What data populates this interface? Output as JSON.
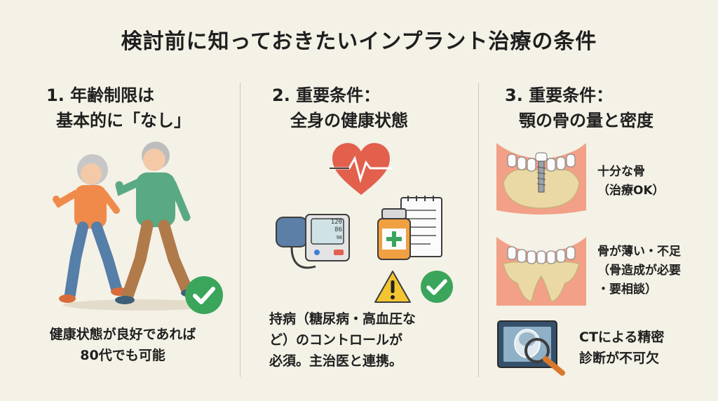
{
  "title": "検討前に知っておきたいインプラント治療の条件",
  "columns": [
    {
      "heading_line1": "1. 年齢制限は",
      "heading_line2": "基本的に「なし」",
      "caption_line1": "健康状態が良好であれば",
      "caption_line2": "80代でも可能"
    },
    {
      "heading_line1": "2. 重要条件：",
      "heading_line2": "全身の健康状態",
      "monitor_values": [
        "120",
        "86",
        "98"
      ],
      "caption_line1": "持病（糖尿病・高血圧な",
      "caption_line2": "ど）のコントロールが",
      "caption_line3": "必須。主治医と連携。"
    },
    {
      "heading_line1": "3. 重要条件：",
      "heading_line2": "顎の骨の量と密度",
      "items": [
        {
          "line1": "十分な骨",
          "line2": "（治療OK）"
        },
        {
          "line1": "骨が薄い・不足",
          "line2": "（骨造成が必要",
          "line3": "・要相談）"
        },
        {
          "line1": "CTによる精密",
          "line2": "診断が不可欠"
        }
      ]
    }
  ],
  "colors": {
    "background": "#f4f1e6",
    "check_green": "#3aa55b",
    "heart_red": "#e2604c",
    "warning_yellow": "#f3c531",
    "gum_pink": "#f2a088",
    "bone_tan": "#ead9a4"
  },
  "icons": [
    "check-icon",
    "heart-icon",
    "warning-icon",
    "blood-pressure-monitor-icon",
    "medicine-bottle-icon",
    "clipboard-icon",
    "ct-scan-icon",
    "magnifier-icon"
  ]
}
